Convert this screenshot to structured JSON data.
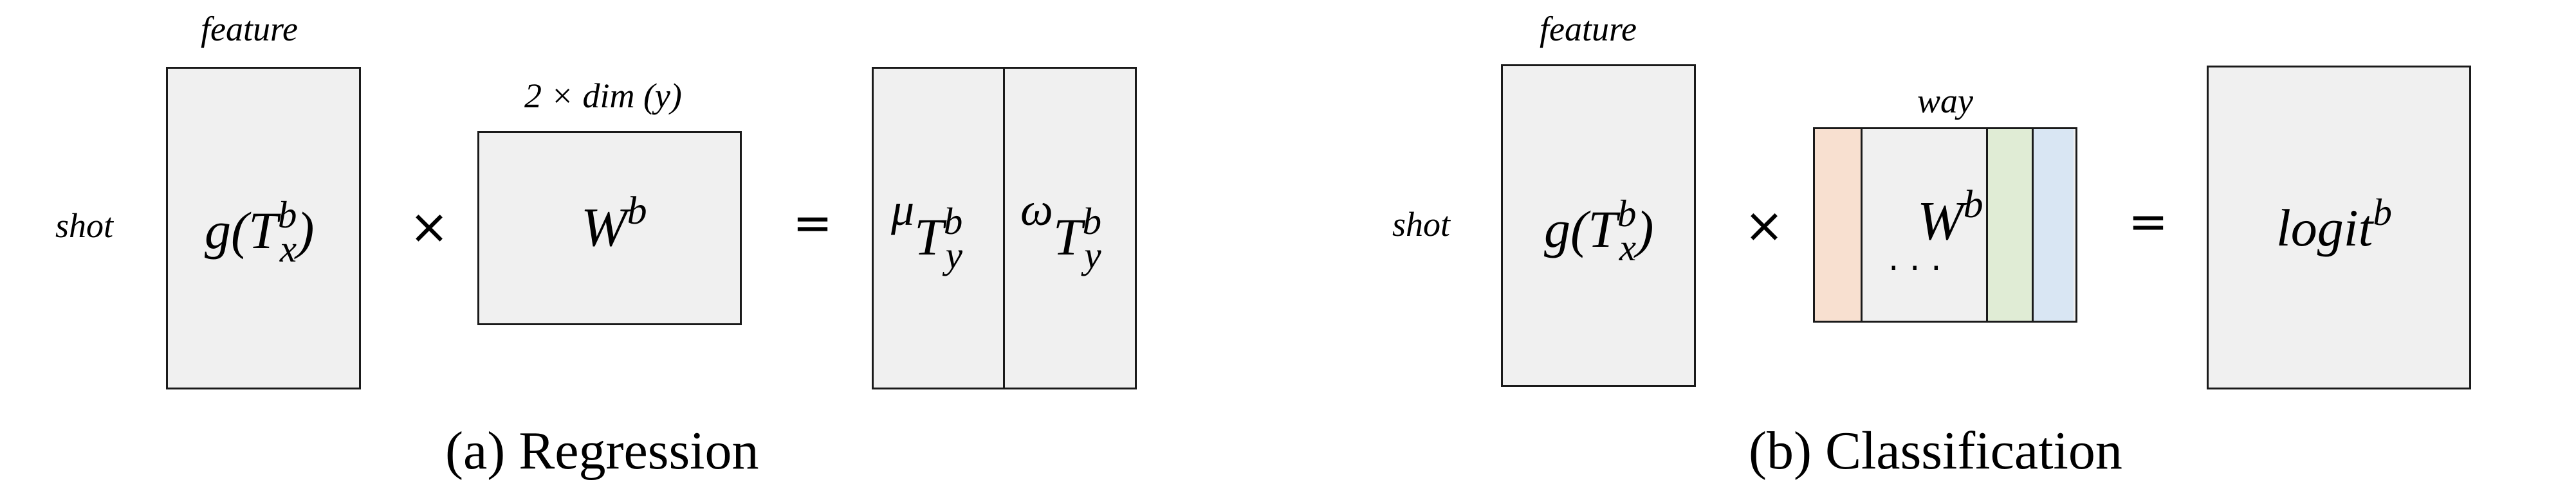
{
  "regression": {
    "feature_label": "feature",
    "shot_label": "shot",
    "dim_label": "2 × dim (y)",
    "g_func": "g(T",
    "g_sub": "x",
    "g_sup": "b",
    "g_close": ")",
    "times": "×",
    "w_base": "W",
    "w_sup": "b",
    "equals": "=",
    "mu": "μ",
    "omega": "ω",
    "t_base": "T",
    "t_sub": "y",
    "t_sup": "b",
    "caption": "(a) Regression"
  },
  "classification": {
    "feature_label": "feature",
    "shot_label": "shot",
    "way_label": "way",
    "g_func": "g(T",
    "g_sub": "x",
    "g_sup": "b",
    "g_close": ")",
    "times": "×",
    "w_base": "W",
    "w_sup": "b",
    "dots": "· · ·",
    "equals": "=",
    "logit_base": "logit",
    "logit_sup": "b",
    "caption": "(b) Classification",
    "band_colors": [
      "#f8e0d0",
      "#e0ecd5",
      "#d9e6f3"
    ]
  }
}
